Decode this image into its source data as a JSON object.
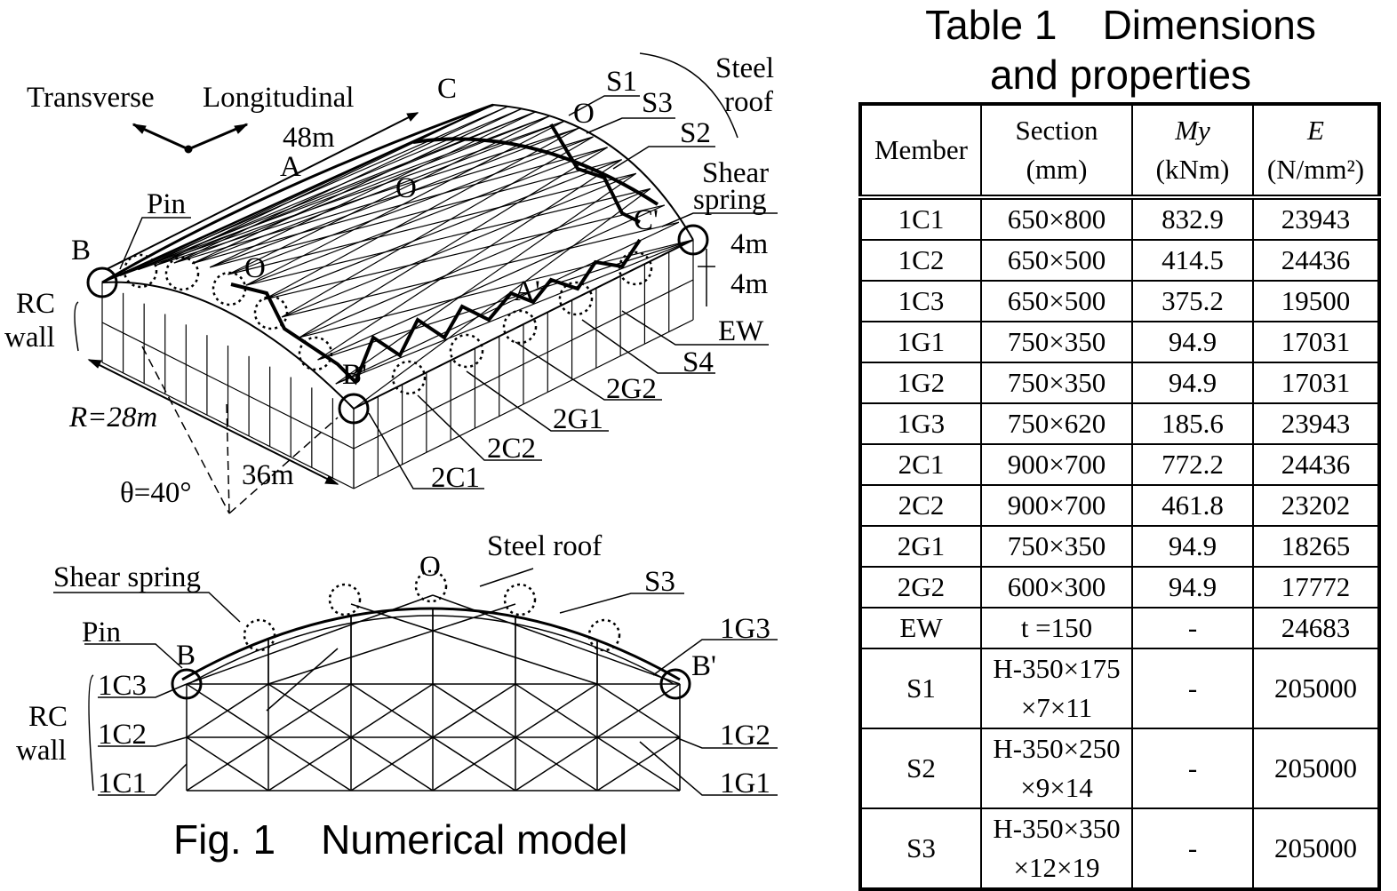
{
  "figure": {
    "caption": "Fig. 1    Numerical model",
    "top_view_labels": {
      "transverse": "Transverse",
      "longitudinal": "Longitudinal",
      "length_48m": "48m",
      "point_a": "A",
      "point_b": "B",
      "point_c": "C",
      "point_o1": "O",
      "point_o2": "O",
      "point_o3": "O",
      "point_a_prime": "A'",
      "point_b_prime": "B'",
      "point_c_prime": "C'",
      "pin": "Pin",
      "rc_wall_1": "RC",
      "rc_wall_2": "wall",
      "s1": "S1",
      "s3": "S3",
      "s2": "S2",
      "s4": "S4",
      "steel_roof_1": "Steel",
      "steel_roof_2": "roof",
      "shear_spring_1": "Shear",
      "shear_spring_2": "spring",
      "height_4m_a": "4m",
      "height_4m_b": "4m",
      "ew": "EW",
      "g2_2": "2G2",
      "g1_2": "2G1",
      "c2_2": "2C2",
      "c1_2": "2C1",
      "radius": "R=28m",
      "span_36m": "36m",
      "theta": "θ=40°"
    },
    "section_view_labels": {
      "steel_roof": "Steel roof",
      "point_o": "O",
      "shear_spring": "Shear spring",
      "s3": "S3",
      "pin": "Pin",
      "point_b": "B",
      "point_b_prime": "B'",
      "g3_1": "1G3",
      "c3_1": "1C3",
      "rc_1": "RC",
      "wall": "wall",
      "c2_1": "1C2",
      "g2_1": "1G2",
      "c1_1": "1C1",
      "g1_1": "1G1"
    }
  },
  "table": {
    "title_line1": "Table 1    Dimensions",
    "title_line2": "and properties",
    "headers": [
      {
        "l1": "Member",
        "l2": ""
      },
      {
        "l1": "Section",
        "l2": "(mm)"
      },
      {
        "l1": "My",
        "l2": "(kNm)"
      },
      {
        "l1": "E",
        "l2": "(N/mm²)"
      }
    ],
    "rows": [
      {
        "member": "1C1",
        "section": "650×800",
        "my": "832.9",
        "e": "23943"
      },
      {
        "member": "1C2",
        "section": "650×500",
        "my": "414.5",
        "e": "24436"
      },
      {
        "member": "1C3",
        "section": "650×500",
        "my": "375.2",
        "e": "19500"
      },
      {
        "member": "1G1",
        "section": "750×350",
        "my": "94.9",
        "e": "17031"
      },
      {
        "member": "1G2",
        "section": "750×350",
        "my": "94.9",
        "e": "17031"
      },
      {
        "member": "1G3",
        "section": "750×620",
        "my": "185.6",
        "e": "23943"
      },
      {
        "member": "2C1",
        "section": "900×700",
        "my": "772.2",
        "e": "24436"
      },
      {
        "member": "2C2",
        "section": "900×700",
        "my": "461.8",
        "e": "23202"
      },
      {
        "member": "2G1",
        "section": "750×350",
        "my": "94.9",
        "e": "18265"
      },
      {
        "member": "2G2",
        "section": "600×300",
        "my": "94.9",
        "e": "17772"
      },
      {
        "member": "EW",
        "section": "t =150",
        "my": "-",
        "e": "24683"
      },
      {
        "member": "S1",
        "section": "H-350×175",
        "section2": "×7×11",
        "my": "-",
        "e": "205000"
      },
      {
        "member": "S2",
        "section": "H-350×250",
        "section2": "×9×14",
        "my": "-",
        "e": "205000"
      },
      {
        "member": "S3",
        "section": "H-350×350",
        "section2": "×12×19",
        "my": "-",
        "e": "205000"
      }
    ]
  }
}
